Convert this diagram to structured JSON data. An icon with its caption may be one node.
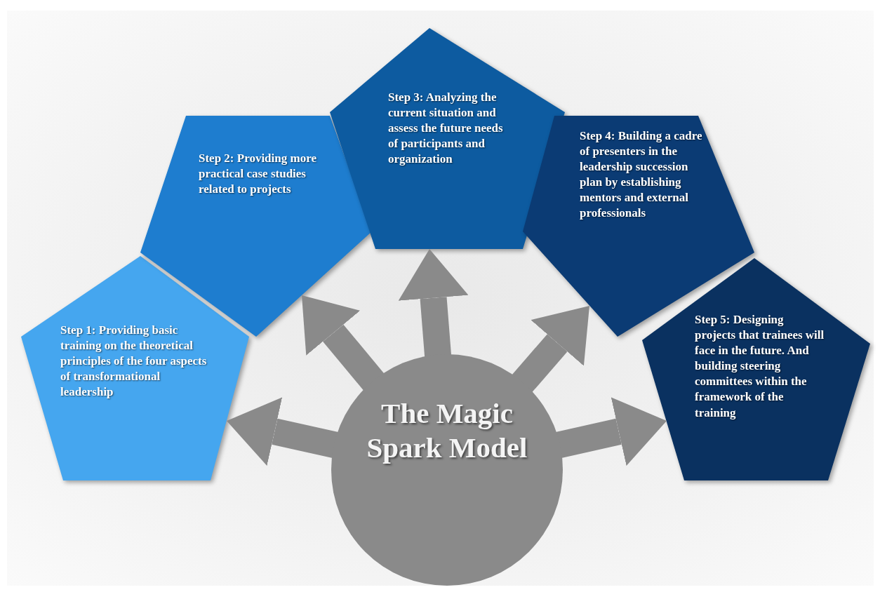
{
  "diagram": {
    "nodes": [
      {
        "text": [
          "Step 1: Providing basic training on the theoretical principles of the four aspects of transformational leadership"
        ]
      },
      {
        "text": [
          "Step 2: Providing more practical case studies related to projects"
        ]
      },
      {
        "text": [
          "Step 3: Analyzing the current situation and assess the future needs of participants and organization"
        ]
      },
      {
        "text": [
          "Step 4: Building a cadre of presenters in the leadership succession plan by establishing mentors and external professionals"
        ]
      },
      {
        "text": [
          "Step 5: Designing projects that trainees will face in the future. And building steering committees within the framework of the training"
        ]
      },
      {
        "text": [
          "The Magic Spark Model"
        ]
      }
    ],
    "edges": [
      {
        "from": 5,
        "to": 0,
        "arrow": "to"
      },
      {
        "from": 5,
        "to": 1,
        "arrow": "to"
      },
      {
        "from": 5,
        "to": 2,
        "arrow": "to"
      },
      {
        "from": 5,
        "to": 3,
        "arrow": "to"
      },
      {
        "from": 5,
        "to": 4,
        "arrow": "to"
      }
    ]
  }
}
